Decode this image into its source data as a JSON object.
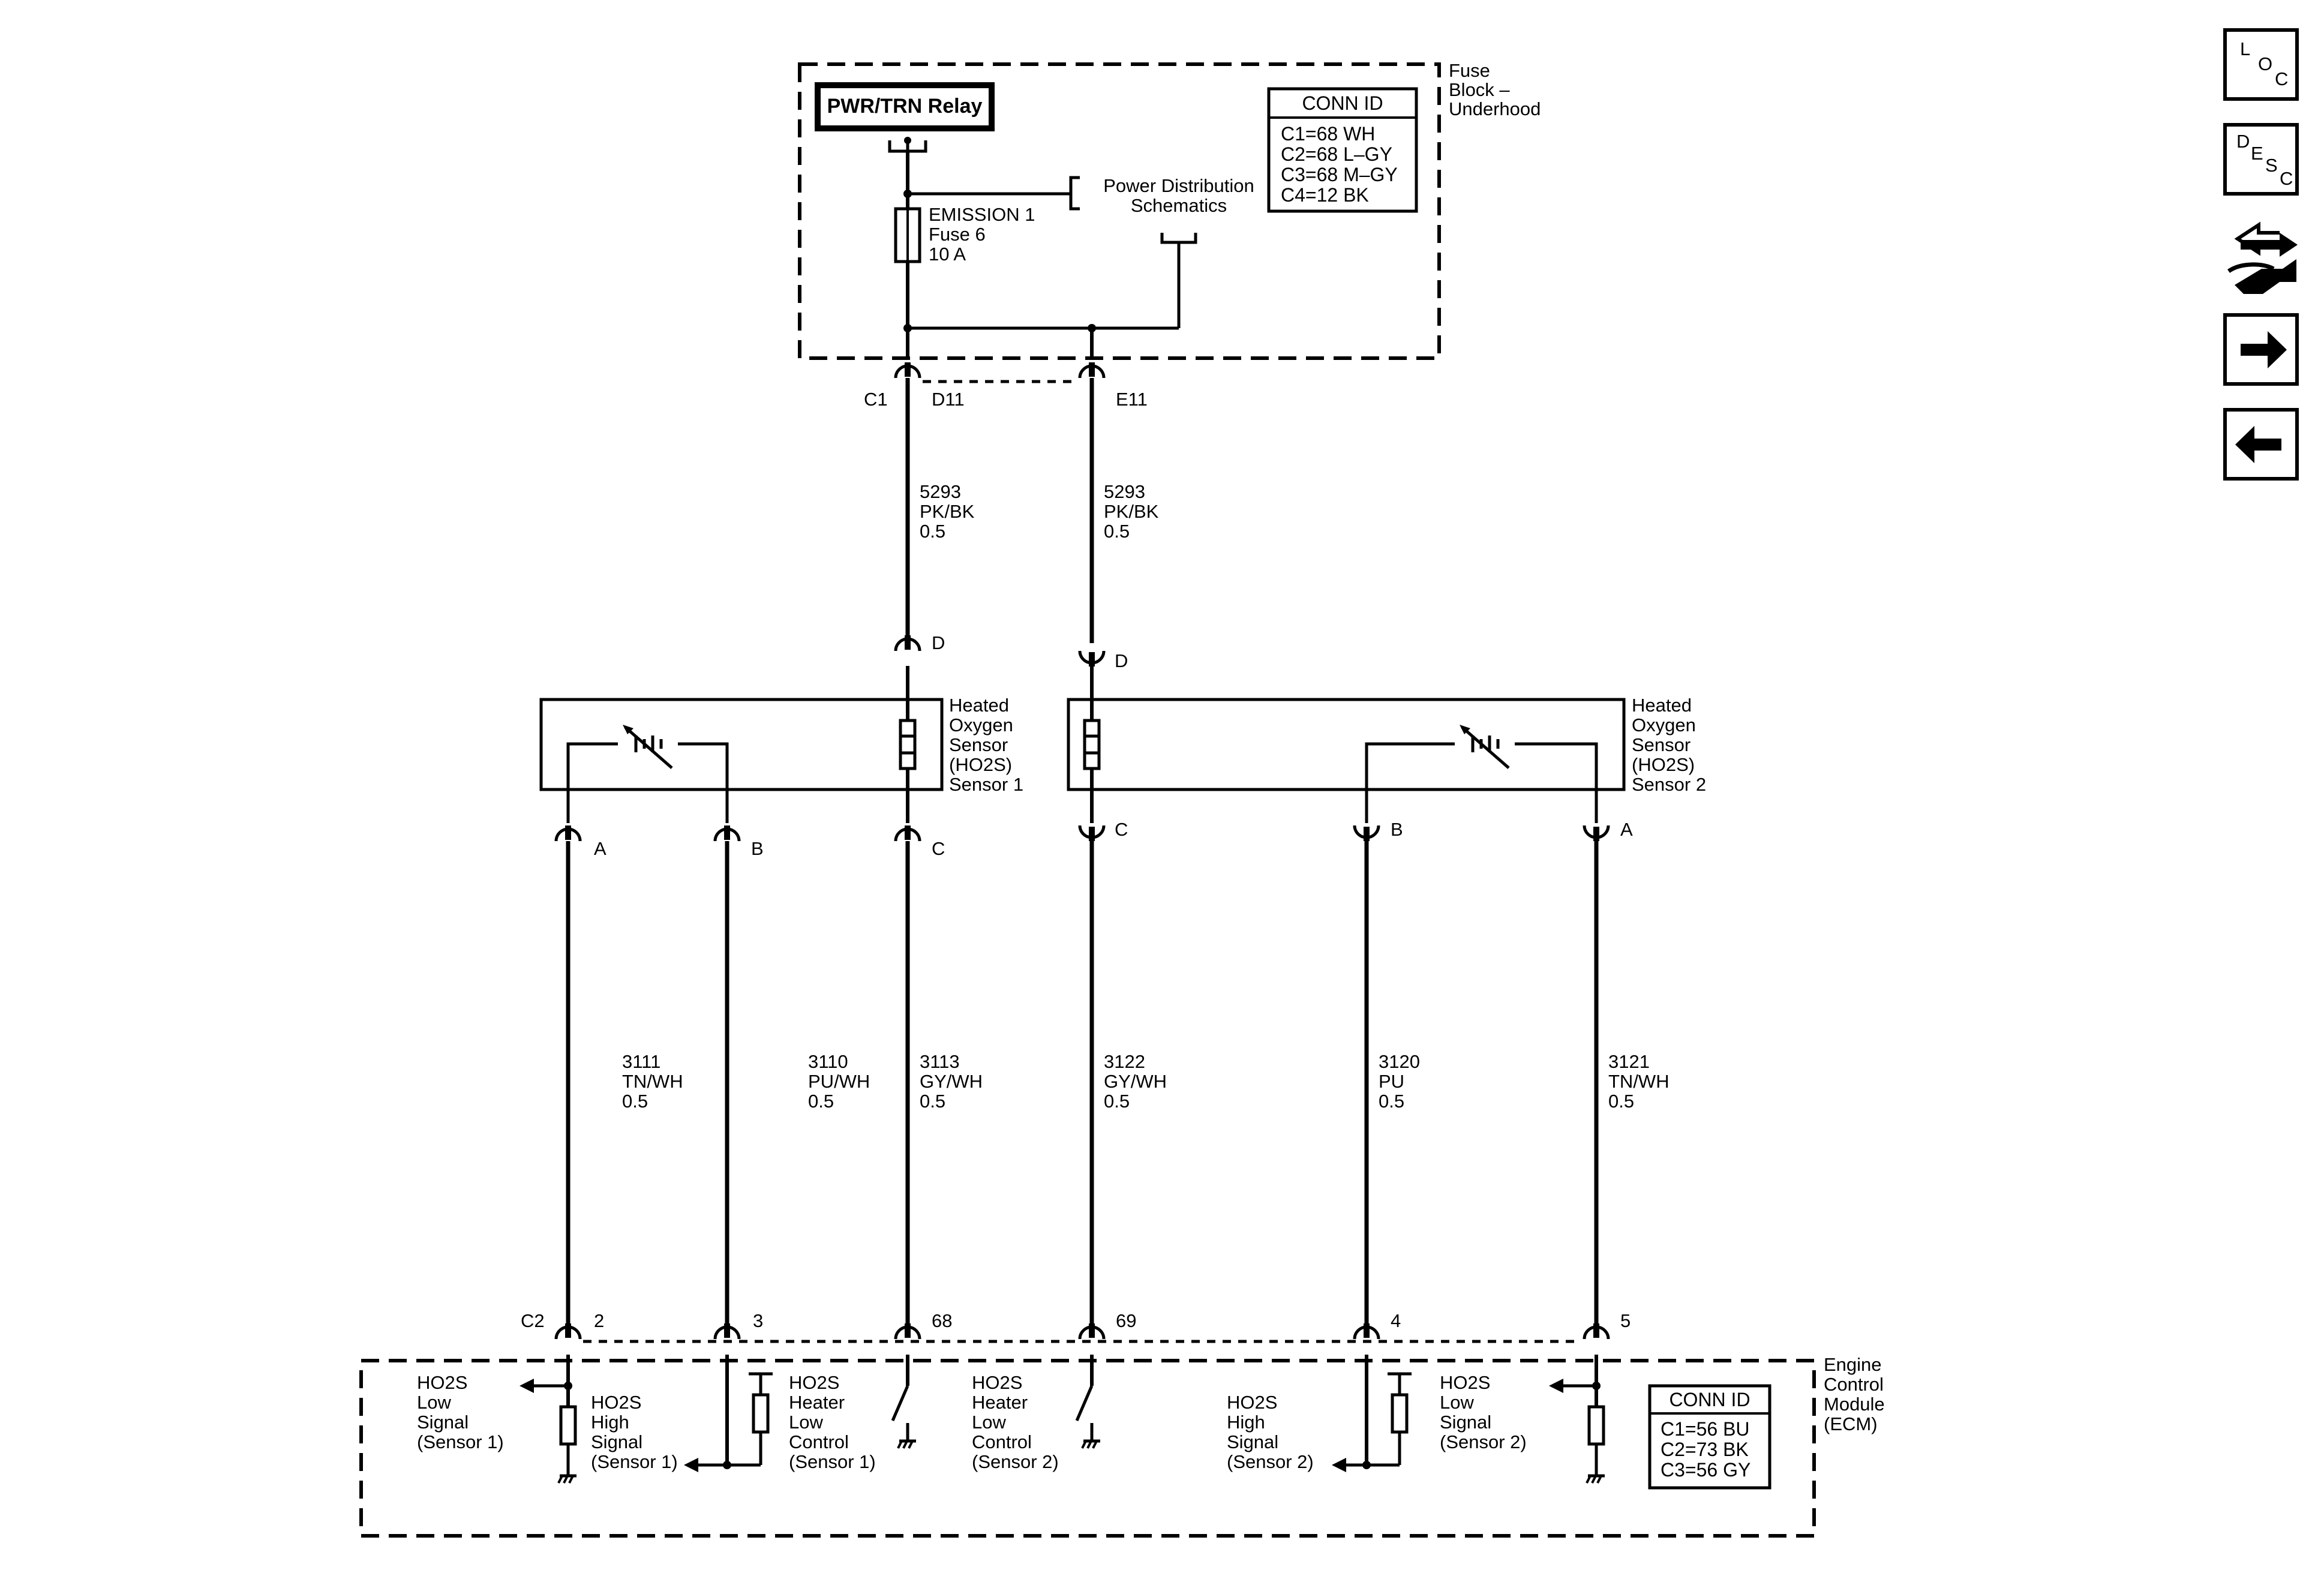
{
  "fuse_block": {
    "label_lines": [
      "Fuse",
      "Block –",
      "Underhood"
    ],
    "relay": "PWR/TRN Relay",
    "fuse_lines": [
      "EMISSION 1",
      "Fuse 6",
      "10 A"
    ],
    "power_dist_lines": [
      "Power Distribution",
      "Schematics"
    ],
    "conn_header": "CONN ID",
    "conn_lines": [
      "C1=68 WH",
      "C2=68 L–GY",
      "C3=68 M–GY",
      "C4=12 BK"
    ]
  },
  "fuse_connectors": {
    "conn": "C1",
    "left_pin": "D11",
    "right_pin": "E11"
  },
  "supply_wires": [
    {
      "lines": [
        "5293",
        "PK/BK",
        "0.5"
      ]
    },
    {
      "lines": [
        "5293",
        "PK/BK",
        "0.5"
      ]
    }
  ],
  "sensor1": {
    "label_lines": [
      "Heated",
      "Oxygen",
      "Sensor",
      "(HO2S)",
      "Sensor 1"
    ],
    "top_pin": "D",
    "pins": [
      "A",
      "B",
      "C"
    ]
  },
  "sensor2": {
    "label_lines": [
      "Heated",
      "Oxygen",
      "Sensor",
      "(HO2S)",
      "Sensor 2"
    ],
    "top_pin": "D",
    "pins": [
      "C",
      "B",
      "A"
    ]
  },
  "signal_wires": [
    {
      "lines": [
        "3111",
        "TN/WH",
        "0.5"
      ]
    },
    {
      "lines": [
        "3110",
        "PU/WH",
        "0.5"
      ]
    },
    {
      "lines": [
        "3113",
        "GY/WH",
        "0.5"
      ]
    },
    {
      "lines": [
        "3122",
        "GY/WH",
        "0.5"
      ]
    },
    {
      "lines": [
        "3120",
        "PU",
        "0.5"
      ]
    },
    {
      "lines": [
        "3121",
        "TN/WH",
        "0.5"
      ]
    }
  ],
  "ecm_connector": {
    "conn": "C2",
    "pins": [
      "2",
      "3",
      "68",
      "69",
      "4",
      "5"
    ]
  },
  "ecm": {
    "label_lines": [
      "Engine",
      "Control",
      "Module",
      "(ECM)"
    ],
    "circuits": [
      [
        "HO2S",
        "Low",
        "Signal",
        "(Sensor 1)"
      ],
      [
        "HO2S",
        "High",
        "Signal",
        "(Sensor 1)"
      ],
      [
        "HO2S",
        "Heater",
        "Low",
        "Control",
        "(Sensor 1)"
      ],
      [
        "HO2S",
        "Heater",
        "Low",
        "Control",
        "(Sensor 2)"
      ],
      [
        "HO2S",
        "High",
        "Signal",
        "(Sensor 2)"
      ],
      [
        "HO2S",
        "Low",
        "Signal",
        "(Sensor 2)"
      ]
    ],
    "conn_header": "CONN ID",
    "conn_lines": [
      "C1=56 BU",
      "C2=73 BK",
      "C3=56 GY"
    ]
  },
  "nav": {
    "loc": [
      "L",
      "O",
      "C"
    ],
    "desc": [
      "D",
      "E",
      "S",
      "C"
    ]
  }
}
